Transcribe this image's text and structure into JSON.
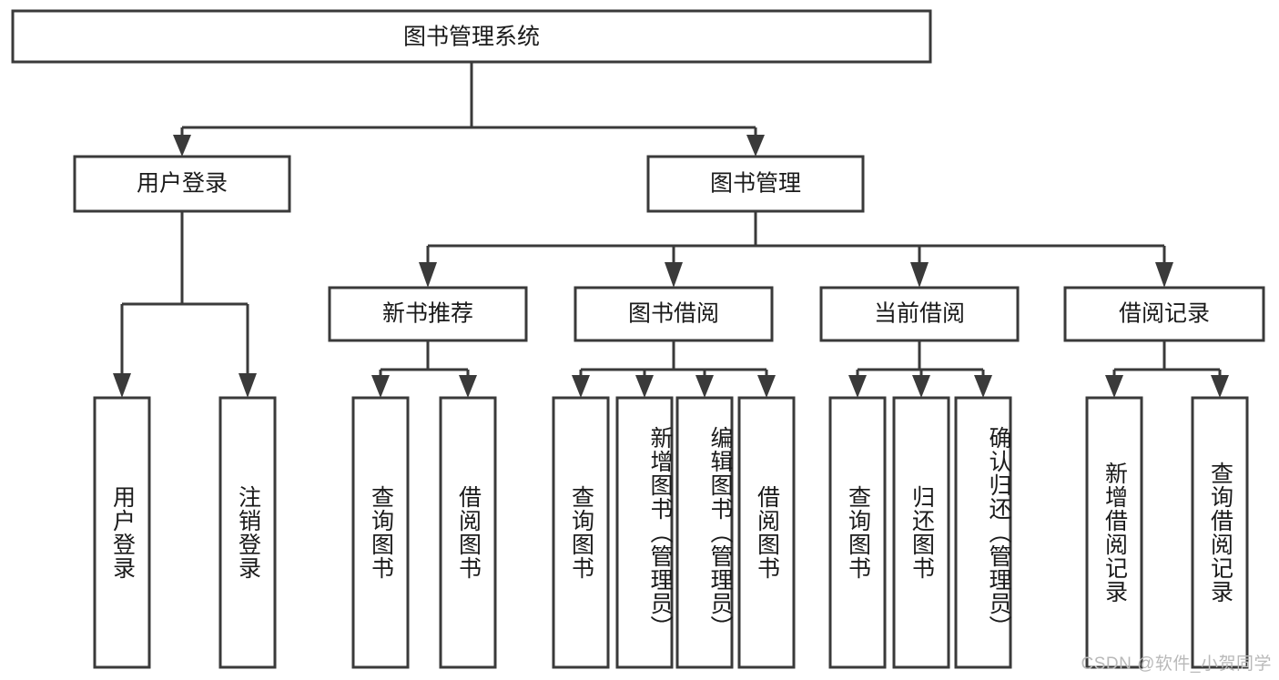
{
  "diagram": {
    "type": "tree",
    "title": "图书管理系统",
    "watermark": "CSDN @软件_小贺同学",
    "colors": {
      "stroke": "#3a3a3a",
      "box_fill": "#ffffff",
      "text": "#1a1a1a",
      "background": "#ffffff",
      "watermark": "#b9b9b9"
    },
    "nodes": {
      "root": {
        "label": "图书管理系统",
        "orientation": "horizontal"
      },
      "level1": [
        {
          "id": "user-login",
          "label": "用户登录",
          "orientation": "horizontal"
        },
        {
          "id": "book-manage",
          "label": "图书管理",
          "orientation": "horizontal"
        }
      ],
      "level2": [
        {
          "id": "new-book-recommend",
          "label": "新书推荐",
          "orientation": "horizontal"
        },
        {
          "id": "book-borrow",
          "label": "图书借阅",
          "orientation": "horizontal"
        },
        {
          "id": "current-borrow",
          "label": "当前借阅",
          "orientation": "horizontal"
        },
        {
          "id": "borrow-record",
          "label": "借阅记录",
          "orientation": "horizontal"
        }
      ],
      "leaves": [
        {
          "id": "leaf-user-login",
          "label": "用户登录",
          "parent": "user-login",
          "orientation": "vertical"
        },
        {
          "id": "leaf-user-logout",
          "label": "注销登录",
          "parent": "user-login",
          "orientation": "vertical"
        },
        {
          "id": "leaf-query-book-1",
          "label": "查询图书",
          "parent": "new-book-recommend",
          "orientation": "vertical"
        },
        {
          "id": "leaf-borrow-book-1",
          "label": "借阅图书",
          "parent": "new-book-recommend",
          "orientation": "vertical"
        },
        {
          "id": "leaf-query-book-2",
          "label": "查询图书",
          "parent": "book-borrow",
          "orientation": "vertical"
        },
        {
          "id": "leaf-add-book",
          "label": "新增图书（管理员）",
          "parent": "book-borrow",
          "orientation": "vertical"
        },
        {
          "id": "leaf-edit-book",
          "label": "编辑图书（管理员）",
          "parent": "book-borrow",
          "orientation": "vertical"
        },
        {
          "id": "leaf-borrow-book-2",
          "label": "借阅图书",
          "parent": "book-borrow",
          "orientation": "vertical"
        },
        {
          "id": "leaf-query-book-3",
          "label": "查询图书",
          "parent": "current-borrow",
          "orientation": "vertical"
        },
        {
          "id": "leaf-return-book",
          "label": "归还图书",
          "parent": "current-borrow",
          "orientation": "vertical"
        },
        {
          "id": "leaf-confirm-return",
          "label": "确认归还（管理员）",
          "parent": "current-borrow",
          "orientation": "vertical"
        },
        {
          "id": "leaf-add-record",
          "label": "新增借阅记录",
          "parent": "borrow-record",
          "orientation": "vertical"
        },
        {
          "id": "leaf-query-record",
          "label": "查询借阅记录",
          "parent": "borrow-record",
          "orientation": "vertical"
        }
      ]
    }
  }
}
